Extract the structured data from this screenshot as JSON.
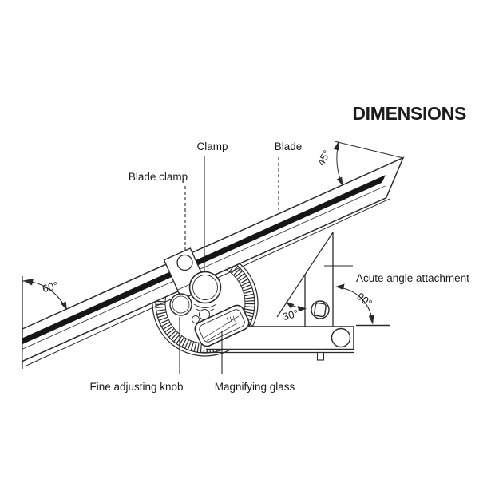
{
  "title": {
    "text": "DIMENSIONS",
    "color": "#1d5096"
  },
  "diagram": {
    "type": "bevel-protractor-technical-diagram",
    "background": "#ffffff",
    "line_color": "#2a2a2a",
    "labels": {
      "clamp": "Clamp",
      "blade": "Blade",
      "blade_clamp": "Blade clamp",
      "acute_angle_attachment": "Acute angle attachment",
      "fine_adjusting_knob": "Fine adjusting knob",
      "magnifying_glass": "Magnifying glass"
    },
    "angles": {
      "blade_to_base": "60°",
      "blade_tip_bevel": "45°",
      "attachment_square": "90°",
      "attachment_acute": "30°"
    }
  }
}
